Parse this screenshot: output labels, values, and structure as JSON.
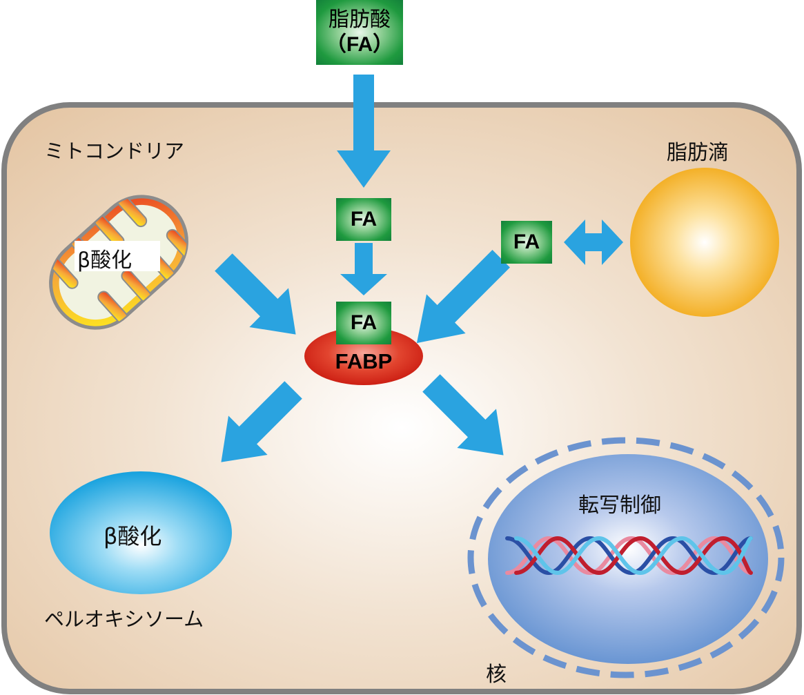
{
  "fatty_acid": {
    "line1": "脂肪酸",
    "line2": "（FA）"
  },
  "fa_label": "FA",
  "fabp": "FABP",
  "mitochondria": {
    "title": "ミトコンドリア",
    "process": "β酸化"
  },
  "lipid_droplet": {
    "title": "脂肪滴"
  },
  "peroxisome": {
    "title": "ペルオキシソーム",
    "process": "β酸化"
  },
  "nucleus": {
    "title": "核",
    "process": "転写制御"
  },
  "colors": {
    "cell_fill": "#f3e2d0",
    "cell_border": "#808080",
    "arrow": "#2aa3e0",
    "fa_green": "#1f9a3f",
    "fabp_red": "#d72a1a",
    "lipid_yellow": "#f3ad1f",
    "peroxisome_blue": "#1aa6e2",
    "nucleus_blue": "#6b9ad2",
    "dna_red": "#c01e2e",
    "dna_blue": "#2a4fa5",
    "dna_pink": "#e98aa0",
    "dna_cyan": "#5ec4ea"
  }
}
